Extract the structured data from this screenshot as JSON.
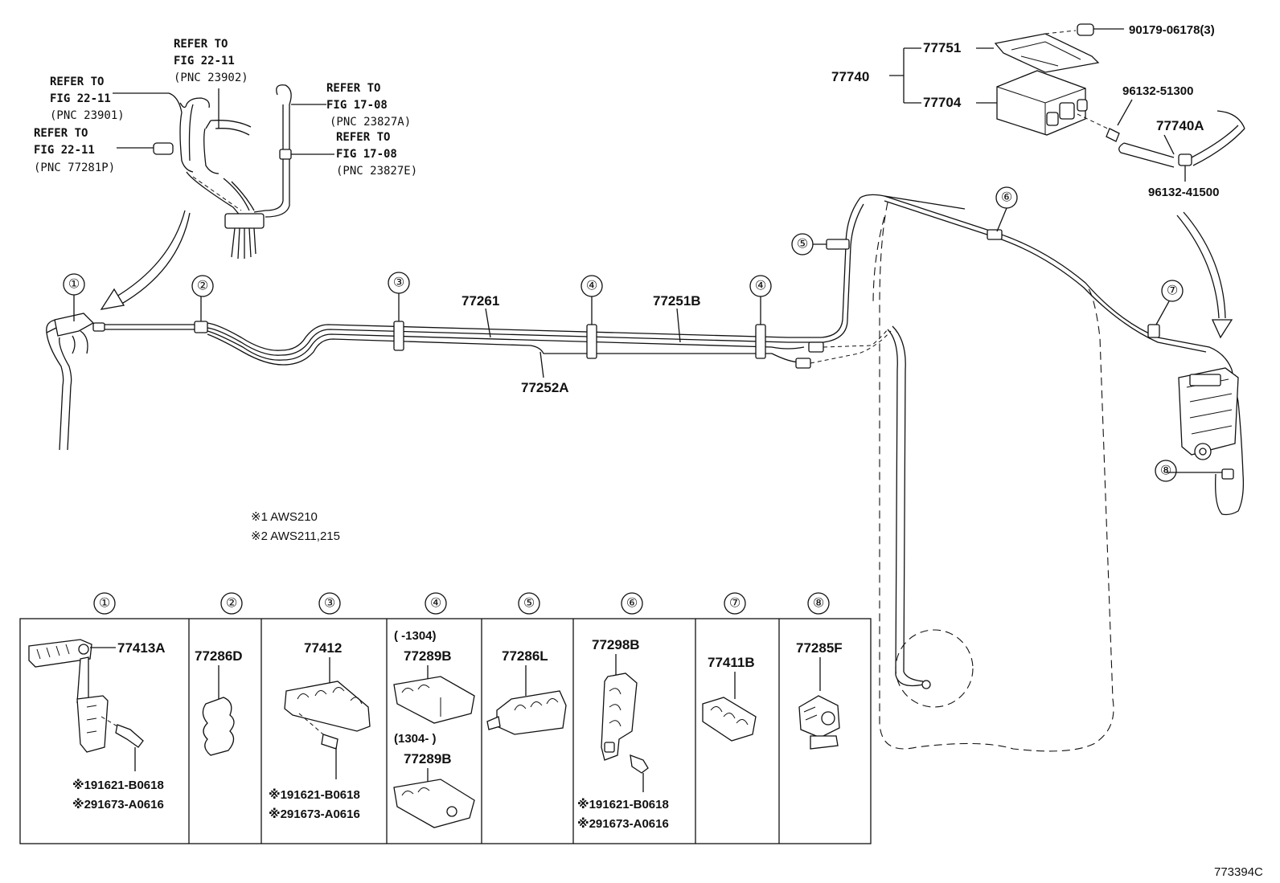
{
  "refs": {
    "r1": [
      "REFER TO",
      "FIG 22-11",
      "(PNC 23902)"
    ],
    "r2": [
      "REFER TO",
      "FIG 22-11",
      "(PNC 23901)"
    ],
    "r3": [
      "REFER TO",
      "FIG 22-11",
      "(PNC 77281P)"
    ],
    "r4": [
      "REFER TO",
      "FIG 17-08",
      "(PNC 23827A)"
    ],
    "r5": [
      "REFER TO",
      "FIG 17-08",
      "(PNC 23827E)"
    ]
  },
  "canister": {
    "group": "77740",
    "plate": "77751",
    "body": "77704",
    "nut": "90179-06178(3)",
    "clip_a": "96132-51300",
    "hose": "77740A",
    "clip_b": "96132-41500"
  },
  "lines": {
    "l1": "77261",
    "l2": "77251B",
    "l3": "77252A"
  },
  "markers": [
    "①",
    "②",
    "③",
    "④",
    "⑤",
    "⑥",
    "⑦",
    "⑧"
  ],
  "notes": [
    "※1 AWS210",
    "※2 AWS211,215"
  ],
  "legend": {
    "headers": [
      "①",
      "②",
      "③",
      "④",
      "⑤",
      "⑥",
      "⑦",
      "⑧"
    ],
    "c1": {
      "part": "77413A",
      "n1": "※191621-B0618",
      "n2": "※291673-A0616"
    },
    "c2": {
      "part": "77286D"
    },
    "c3": {
      "part": "77412",
      "n1": "※191621-B0618",
      "n2": "※291673-A0616"
    },
    "c4": {
      "range1": "(     -1304)",
      "part1": "77289B",
      "range2": "(1304-     )",
      "part2": "77289B"
    },
    "c5": {
      "part": "77286L"
    },
    "c6": {
      "part": "77298B",
      "n1": "※191621-B0618",
      "n2": "※291673-A0616"
    },
    "c7": {
      "part": "77411B"
    },
    "c8": {
      "part": "77285F"
    }
  },
  "figure_id": "773394C"
}
